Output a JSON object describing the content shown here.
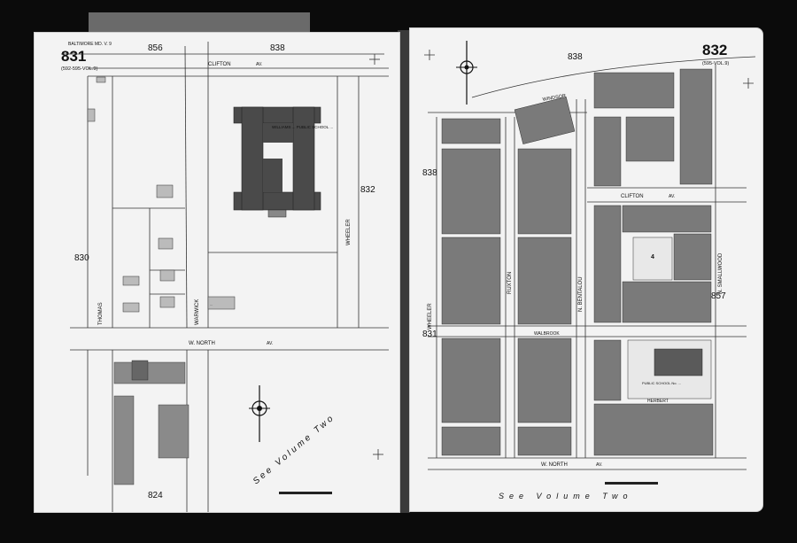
{
  "left_sheet": {
    "sheet_number": "831",
    "atlas_label": "BALTIMORE MD. V. 9",
    "volume_ref": "(592-595-VOL.9)",
    "adjoining_top_left": "856",
    "adjoining_top_right": "838",
    "adjoining_left": "830",
    "adjoining_right": "832",
    "adjoining_bottom": "824",
    "streets": {
      "clifton": "CLIFTON",
      "clifton_suffix": "AV.",
      "thomas": "THOMAS",
      "warwick": "WARWICK",
      "wheeler": "WHEELER",
      "north": "W. NORTH",
      "north_suffix": "AV."
    },
    "school_label": "WILLIAMS ... PUBLIC SCHOOL ...",
    "small_building_label": "...",
    "diagonal_text": "See Volume Two"
  },
  "right_sheet": {
    "sheet_number": "832",
    "volume_ref": "(595-VOL.9)",
    "adjoining_top": "838",
    "adjoining_left_top": "838",
    "adjoining_left_bottom": "831",
    "adjoining_right": "857",
    "streets": {
      "windsor": "WINDSOR",
      "clifton": "CLIFTON",
      "clifton_suffix": "AV.",
      "wheeler": "WHEELER",
      "ruxton": "RUXTON",
      "bentalou": "N. BENTALOU",
      "smallwood": "N. SMALLWOOD",
      "walbrook": "WALBROOK",
      "herbert": "HERBERT",
      "north": "W. NORTH",
      "north_suffix": "AV."
    },
    "block_number": "4",
    "school_label": "PUBLIC SCHOOL No. ...",
    "bottom_text": "See Volume Two"
  }
}
